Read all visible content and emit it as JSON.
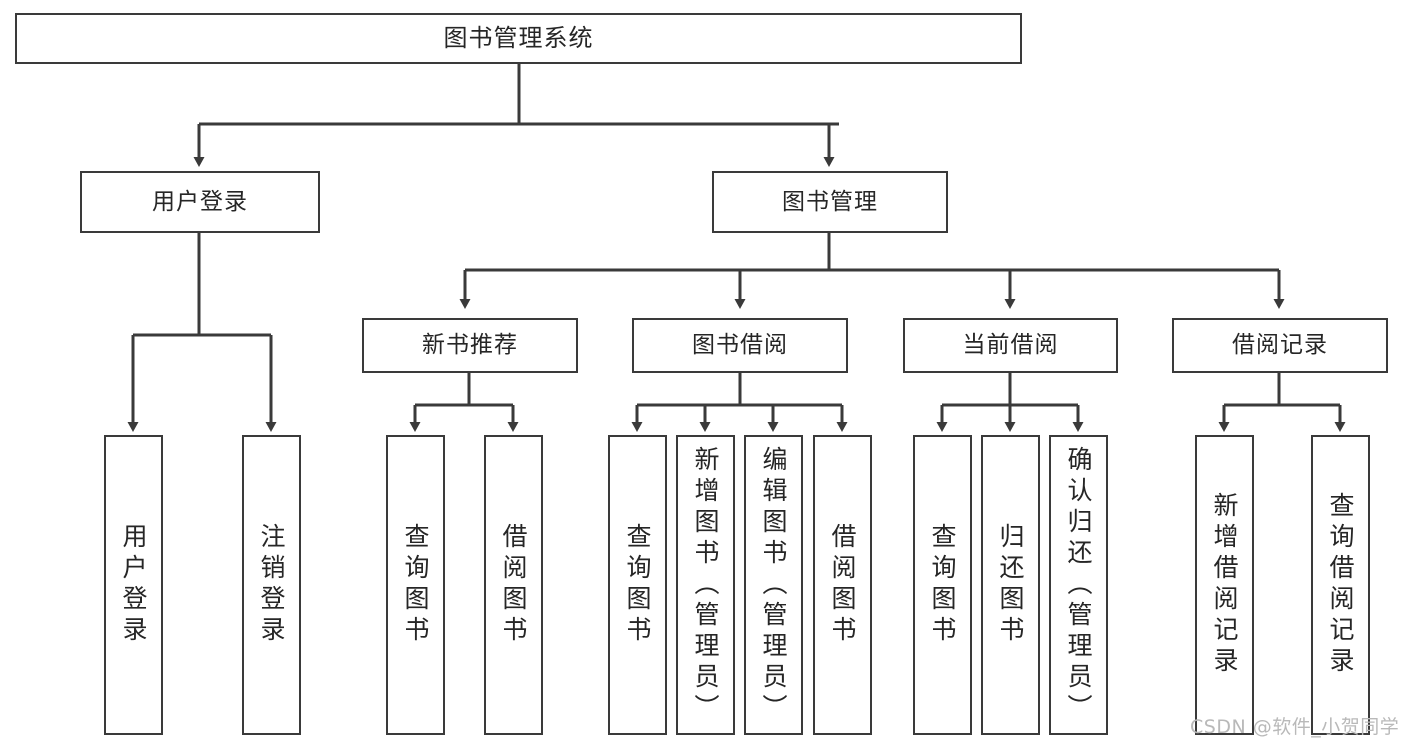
{
  "diagram": {
    "title": "图书管理系统",
    "type": "functional-structure-tree",
    "watermark": "CSDN @软件_小贺同学",
    "colors": {
      "stroke": "#3a3a3a",
      "node_fill": "#ffffff",
      "text": "#262626",
      "background": "#ffffff",
      "watermark": "#b9b9b9"
    },
    "nodes": {
      "root": {
        "label": "图书管理系统"
      },
      "level2": [
        {
          "label": "用户登录"
        },
        {
          "label": "图书管理"
        }
      ],
      "level3": [
        {
          "label": "新书推荐"
        },
        {
          "label": "图书借阅"
        },
        {
          "label": "当前借阅"
        },
        {
          "label": "借阅记录"
        }
      ],
      "leaves": {
        "user_login": [
          {
            "label": "用户登录"
          },
          {
            "label": "注销登录"
          }
        ],
        "new_book_recommend": [
          {
            "label": "查询图书"
          },
          {
            "label": "借阅图书"
          }
        ],
        "book_borrow": [
          {
            "label": "查询图书"
          },
          {
            "label": "新增图书（管理员）"
          },
          {
            "label": "编辑图书（管理员）"
          },
          {
            "label": "借阅图书"
          }
        ],
        "current_borrow": [
          {
            "label": "查询图书"
          },
          {
            "label": "归还图书"
          },
          {
            "label": "确认归还（管理员）"
          }
        ],
        "borrow_record": [
          {
            "label": "新增借阅记录"
          },
          {
            "label": "查询借阅记录"
          }
        ]
      }
    }
  }
}
